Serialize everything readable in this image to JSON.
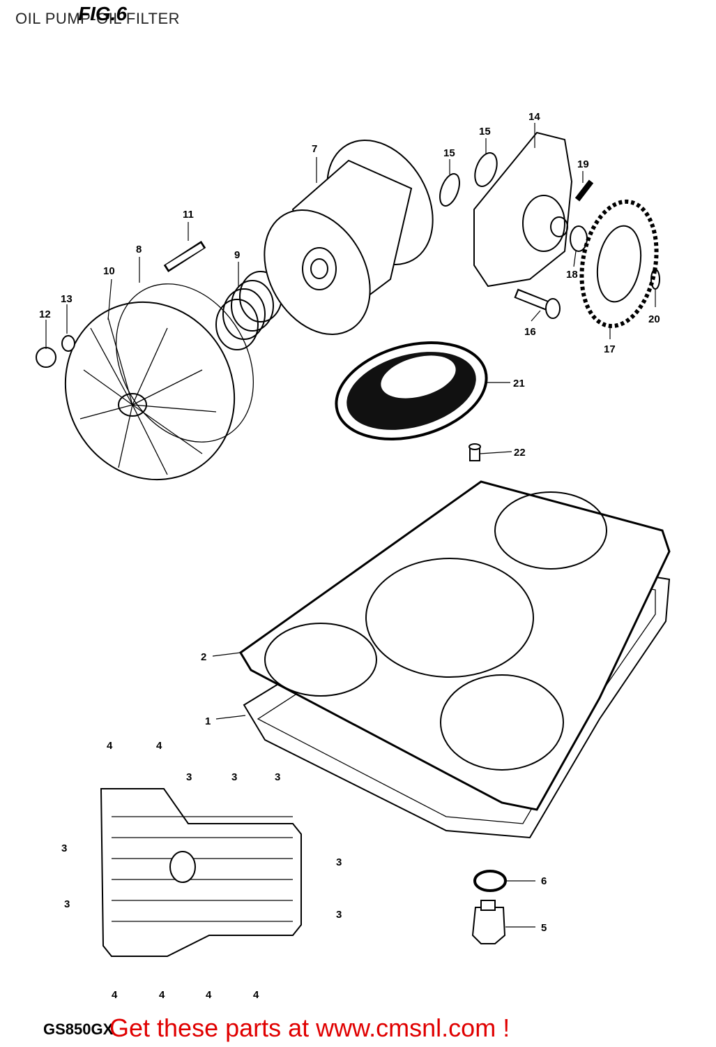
{
  "header": {
    "caption": "OIL PUMP-OIL FILTER",
    "fig_title": "FIG.6"
  },
  "footer": {
    "model": "GS850GX",
    "cta": "Get these parts at www.cmsnl.com !"
  },
  "callouts": {
    "c1": "1",
    "c2": "2",
    "c3": "3",
    "c4": "4",
    "c5": "5",
    "c6": "6",
    "c7": "7",
    "c8": "8",
    "c9": "9",
    "c10": "10",
    "c11": "11",
    "c12": "12",
    "c13": "13",
    "c14": "14",
    "c15": "15",
    "c16": "16",
    "c17": "17",
    "c18": "18",
    "c19": "19",
    "c20": "20",
    "c21": "21",
    "c22": "22"
  }
}
